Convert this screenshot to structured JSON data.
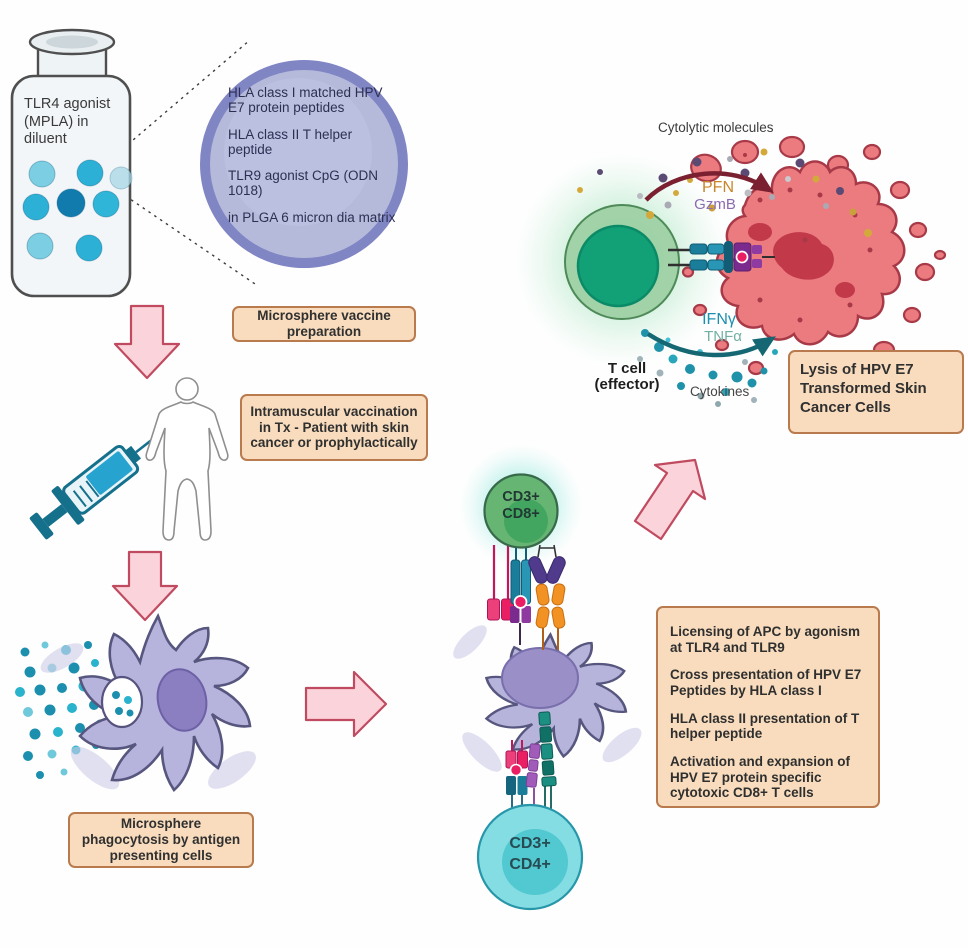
{
  "vial": {
    "label": "TLR4 agonist (MPLA) in diluent"
  },
  "microsphere_circle": {
    "items": [
      "HLA class I  matched HPV E7 protein peptides",
      "HLA class II T helper peptide",
      "TLR9 agonist CpG (ODN 1018)",
      "in PLGA 6 micron dia matrix"
    ]
  },
  "process_boxes": {
    "preparation": "Microsphere vaccine preparation",
    "vaccination": "Intramuscular vaccination in Tx - Patient with skin cancer or prophylactically",
    "phagocytosis": "Microsphere phagocytosis by antigen presenting cells",
    "lysis": "Lysis of HPV E7 Transformed Skin Cancer Cells"
  },
  "licensing_box": {
    "items": [
      "Licensing of APC by agonism at TLR4 and TLR9",
      "Cross presentation of HPV E7 Peptides  by HLA class I",
      "HLA class II presentation of T helper peptide",
      "Activation and expansion of HPV E7 protein specific cytotoxic CD8+ T cells"
    ]
  },
  "cells": {
    "cd8": {
      "line1": "CD3+",
      "line2": "CD8+"
    },
    "cd4": {
      "line1": "CD3+",
      "line2": "CD4+"
    },
    "effector": {
      "line1": "T cell",
      "line2": "(effector)"
    }
  },
  "molecules": {
    "cytolytic_title": "Cytolytic molecules",
    "pfn": "PFN",
    "gzmb": "GzmB",
    "ifng": "IFNγ",
    "tnfa": "TNFα",
    "cytokines": "Cytokines"
  },
  "colors": {
    "box_fill": "#f8dcbd",
    "box_border": "#b97a4e",
    "arrow_fill": "#fbd3da",
    "arrow_border": "#c04b60",
    "pfn": "#c8862a",
    "gzmb": "#8d6bb0",
    "ifng": "#1d8fb0",
    "tnfa": "#72b0a2",
    "microsphere": "#2cb0d6",
    "circle_border": "#8085c4",
    "circle_fill": "#b5badb"
  }
}
